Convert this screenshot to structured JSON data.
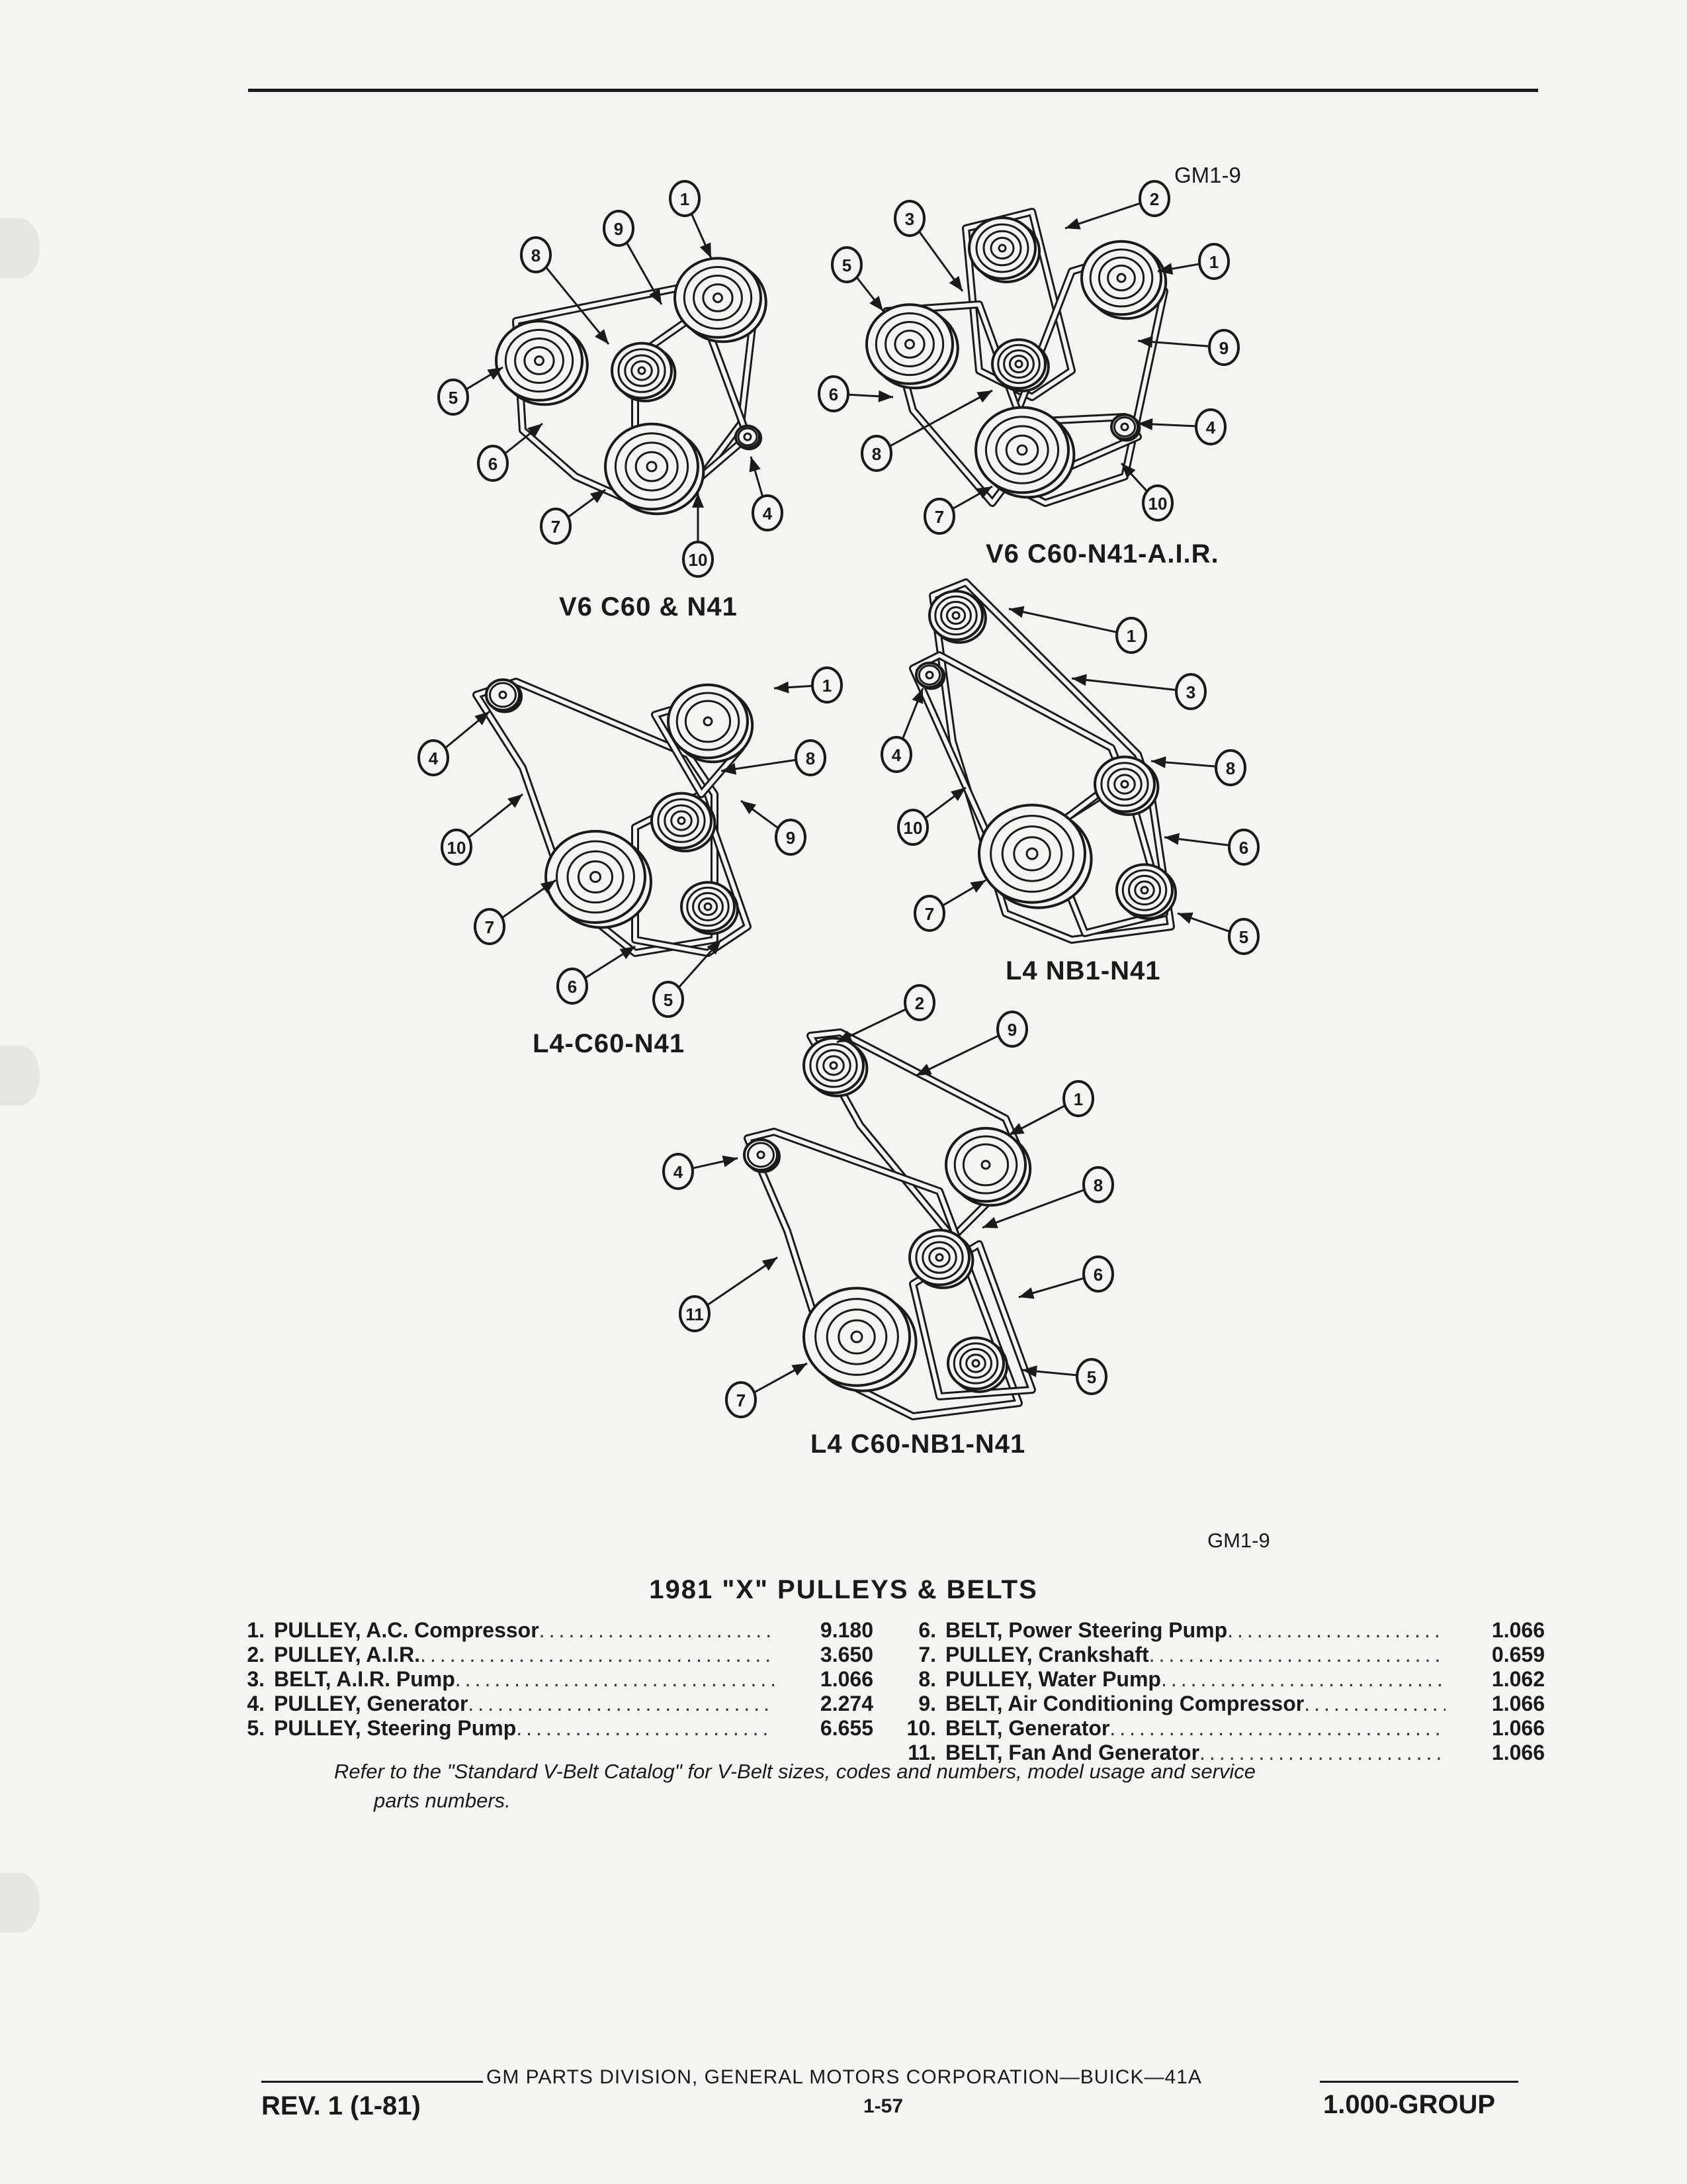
{
  "header": {
    "code": "GM1-9"
  },
  "diagrams": [
    {
      "id": "v6-c60-n41",
      "caption": "V6 C60 & N41",
      "callouts": [
        "1",
        "9",
        "8",
        "5",
        "6",
        "7",
        "10",
        "4"
      ]
    },
    {
      "id": "v6-c60-n41-air",
      "caption": "V6 C60-N41-A.I.R.",
      "callouts": [
        "2",
        "3",
        "5",
        "1",
        "9",
        "6",
        "4",
        "8",
        "7",
        "10"
      ]
    },
    {
      "id": "l4-c60-n41",
      "caption": "L4-C60-N41",
      "callouts": [
        "1",
        "8",
        "4",
        "9",
        "10",
        "7",
        "6",
        "5"
      ]
    },
    {
      "id": "l4-nb1-n41",
      "caption": "L4 NB1-N41",
      "callouts": [
        "1",
        "3",
        "4",
        "8",
        "10",
        "6",
        "7",
        "5"
      ]
    },
    {
      "id": "l4-c60-nb1-n41",
      "caption": "L4 C60-NB1-N41",
      "callouts": [
        "2",
        "9",
        "1",
        "4",
        "8",
        "6",
        "11",
        "5",
        "7"
      ]
    }
  ],
  "figure_code": "GM1-9",
  "table": {
    "title": "1981 \"X\" PULLEYS & BELTS",
    "left_items": [
      {
        "num": "1.",
        "name": "PULLEY, A.C. Compressor",
        "value": "9.180"
      },
      {
        "num": "2.",
        "name": "PULLEY, A.I.R.",
        "value": "3.650"
      },
      {
        "num": "3.",
        "name": "BELT, A.I.R. Pump",
        "value": "1.066"
      },
      {
        "num": "4.",
        "name": "PULLEY, Generator",
        "value": "2.274"
      },
      {
        "num": "5.",
        "name": "PULLEY, Steering Pump",
        "value": "6.655"
      }
    ],
    "right_items": [
      {
        "num": "6.",
        "name": "BELT, Power Steering Pump",
        "value": "1.066"
      },
      {
        "num": "7.",
        "name": "PULLEY, Crankshaft",
        "value": "0.659"
      },
      {
        "num": "8.",
        "name": "PULLEY, Water Pump",
        "value": "1.062"
      },
      {
        "num": "9.",
        "name": "BELT, Air Conditioning Compressor",
        "value": "1.066"
      },
      {
        "num": "10.",
        "name": "BELT, Generator",
        "value": "1.066"
      },
      {
        "num": "11.",
        "name": "BELT, Fan And Generator",
        "value": "1.066"
      }
    ],
    "note_line1": "Refer to the \"Standard V-Belt Catalog\" for V-Belt sizes, codes and numbers, model usage and service",
    "note_line2": "parts numbers."
  },
  "footer": {
    "division": "GM PARTS DIVISION, GENERAL MOTORS CORPORATION—BUICK—41A",
    "revision": "REV. 1 (1-81)",
    "page": "1-57",
    "group": "1.000-GROUP"
  }
}
